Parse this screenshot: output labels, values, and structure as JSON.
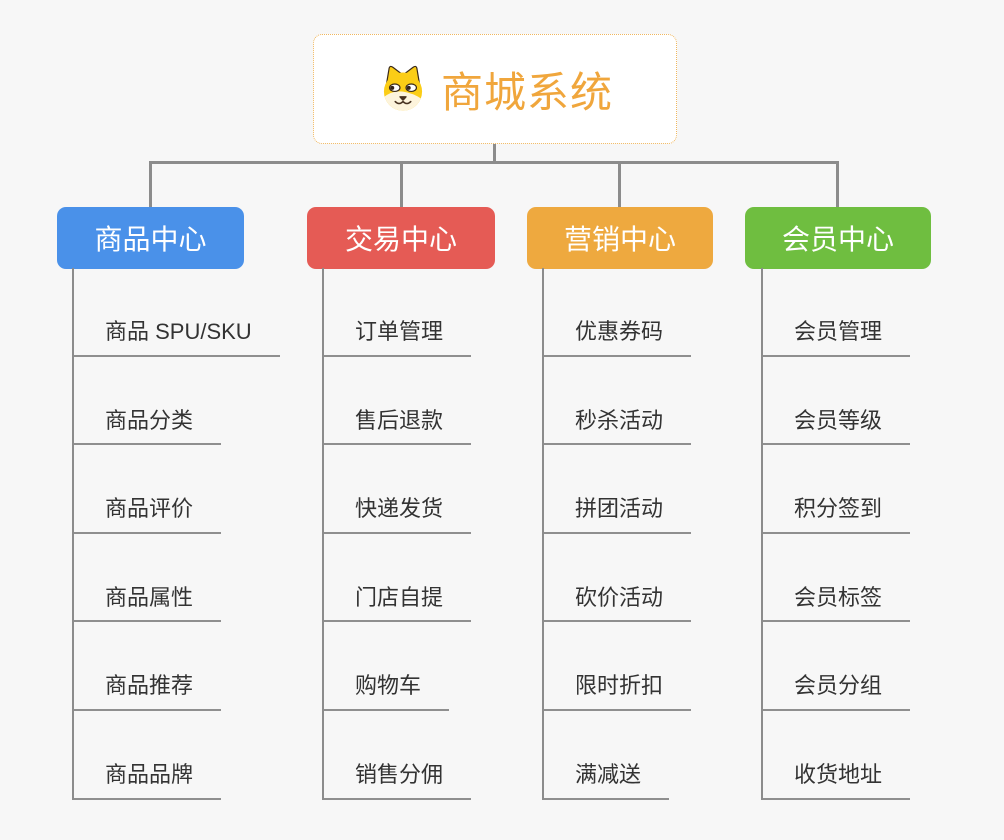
{
  "root": {
    "title": "商城系统",
    "title_color": "#F0A63C",
    "icon": "dog-face-icon"
  },
  "colors": {
    "background": "#F7F7F7",
    "connector_gray": "#8C8C8C",
    "sub_item_text": "#333333",
    "root_border_orange": "#F0B75F"
  },
  "branches": [
    {
      "label": "商品中心",
      "color": "#4A91E9",
      "children": [
        "商品 SPU/SKU",
        "商品分类",
        "商品评价",
        "商品属性",
        "商品推荐",
        "商品品牌"
      ]
    },
    {
      "label": "交易中心",
      "color": "#E55B55",
      "children": [
        "订单管理",
        "售后退款",
        "快递发货",
        "门店自提",
        "购物车",
        "销售分佣"
      ]
    },
    {
      "label": "营销中心",
      "color": "#EEA93F",
      "children": [
        "优惠券码",
        "秒杀活动",
        "拼团活动",
        "砍价活动",
        "限时折扣",
        "满减送"
      ]
    },
    {
      "label": "会员中心",
      "color": "#6FBE40",
      "children": [
        "会员管理",
        "会员等级",
        "积分签到",
        "会员标签",
        "会员分组",
        "收货地址"
      ]
    }
  ]
}
